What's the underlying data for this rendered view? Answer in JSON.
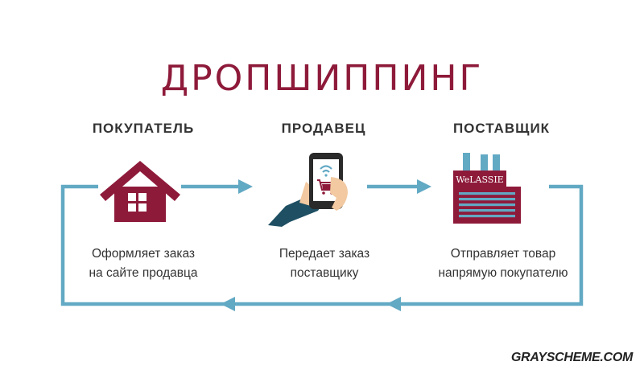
{
  "title": "ДРОПШИППИНГ",
  "columns": [
    {
      "heading": "ПОКУПАТЕЛЬ",
      "line1": "Оформляет заказ",
      "line2": "на сайте продавца",
      "icon": "house-icon"
    },
    {
      "heading": "ПРОДАВЕЦ",
      "line1": "Передает заказ",
      "line2": "поставщику",
      "icon": "phone-shopping-cart-icon"
    },
    {
      "heading": "ПОСТАВЩИК",
      "line1": "Отправляет товар",
      "line2": "напрямую покупателю",
      "icon": "factory-icon"
    }
  ],
  "factory_sign": "WeLASSIE",
  "watermark": "GRAYSCHEME.COM",
  "colors": {
    "accent": "#8e1a3a",
    "flow": "#62a9c4",
    "dark": "#1e4f63",
    "text": "#333333"
  }
}
